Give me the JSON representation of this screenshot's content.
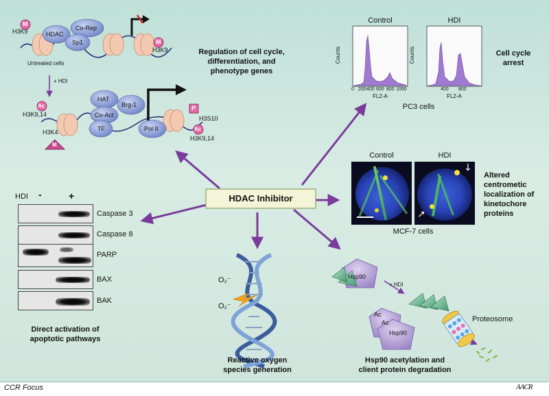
{
  "center": {
    "label": "HDAC Inhibitor"
  },
  "top_left": {
    "marks": {
      "h3k9_left": "H3K9",
      "h3k9_right": "H3K9",
      "m": "M",
      "hdac": "HDAC",
      "corep": "Co-Rep",
      "sp1": "Sp1",
      "untreated": "Untreated cells",
      "plus_hdi": "+ HDI"
    },
    "marks2": {
      "h3k9_14_left": "H3K9,14",
      "h3k4": "H3K4",
      "ac": "Ac",
      "p": "P",
      "h3s10": "H3S10",
      "h3k9_14_right": "H3K9,14",
      "hat": "HAT",
      "brg1": "Brg-1",
      "coact": "Co-Act",
      "tf": "TF",
      "pol2": "Pol II"
    },
    "caption": [
      "Regulation of cell cycle,",
      "differentiation, and",
      "phenotype genes"
    ]
  },
  "cell_cycle": {
    "control": "Control",
    "hdi": "HDI",
    "y_label": "Counts",
    "x_label": "FL2-A",
    "ticks": [
      "0",
      "200",
      "400",
      "600",
      "800",
      "1000"
    ],
    "cells": "PC3 cells",
    "caption": [
      "Cell cycle",
      "arrest"
    ]
  },
  "kinetochore": {
    "control": "Control",
    "hdi": "HDI",
    "cells": "MCF-7 cells",
    "caption": [
      "Altered",
      "centrometic",
      "localization of",
      "kinetochore",
      "proteins"
    ]
  },
  "apoptosis": {
    "hdi": "HDI",
    "minus": "-",
    "plus": "+",
    "proteins": [
      "Caspase 3",
      "Caspase 8",
      "PARP",
      "BAX",
      "BAK"
    ],
    "caption": [
      "Direct activation of",
      "apoptotic pathways"
    ]
  },
  "ros": {
    "o2a": "O₂⁻",
    "o2b": "O₂⁻",
    "caption": [
      "Reactive oxygen",
      "species generation"
    ]
  },
  "hsp90": {
    "hsp_top": "Hsp90",
    "plus_hdi": "+ HDI",
    "ac1": "Ac",
    "ac2": "Ac",
    "hsp_bottom": "Hsp90",
    "proteosome": "Proteosome",
    "caption": [
      "Hsp90 acetylation and",
      "client protein degradation"
    ]
  },
  "footer": {
    "left": "CCR Focus",
    "right": "AACR"
  },
  "colors": {
    "arrow": "#7a3b9a",
    "nucleosome": "#f3c9b2",
    "protein": "#7f93cf",
    "mark": "#d6338a",
    "hist": "#a07ad0"
  }
}
